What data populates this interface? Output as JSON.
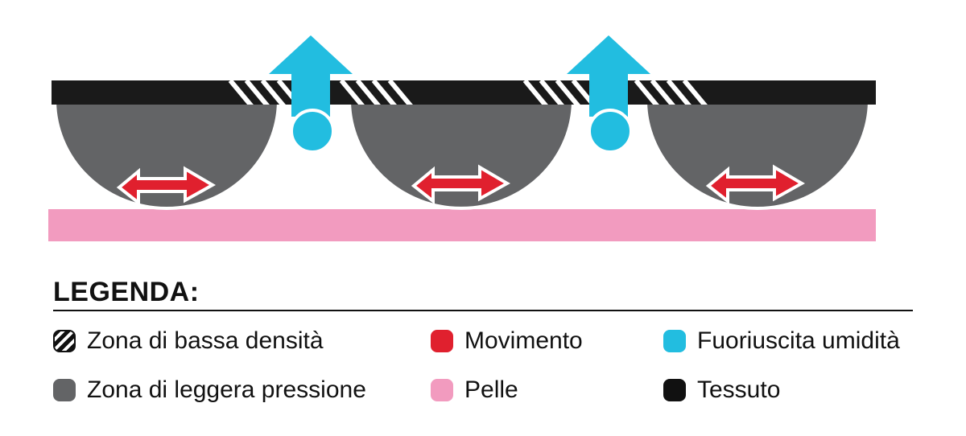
{
  "legend": {
    "title": "LEGENDA:",
    "items": [
      {
        "label": "Zona di bassa densità",
        "color": "#111111",
        "icon": "hatch"
      },
      {
        "label": "Movimento",
        "color": "#e0202e",
        "icon": "solid"
      },
      {
        "label": "Fuoriuscita umidità",
        "color": "#22bde0",
        "icon": "solid"
      },
      {
        "label": "Zona di leggera pressione",
        "color": "#636466",
        "icon": "solid"
      },
      {
        "label": "Pelle",
        "color": "#f29bbf",
        "icon": "solid"
      },
      {
        "label": "Tessuto",
        "color": "#111111",
        "icon": "solid"
      }
    ]
  },
  "colors": {
    "fabric": "#1a1a1a",
    "pressure_zone": "#636466",
    "skin": "#f29bbf",
    "movement": "#e0202e",
    "moisture": "#22bde0",
    "outline": "#ffffff"
  }
}
